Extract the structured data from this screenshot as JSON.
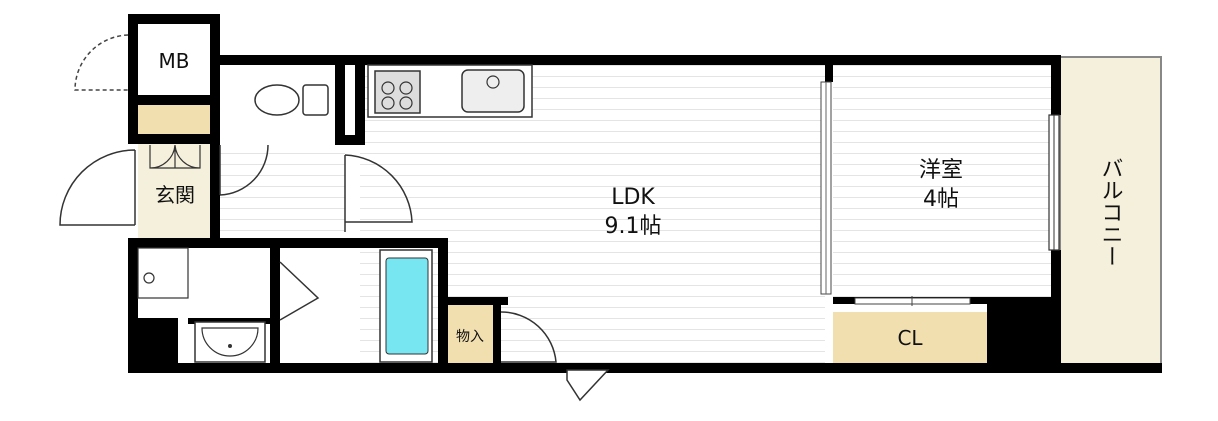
{
  "rooms": {
    "mb": "MB",
    "entrance": "玄関",
    "ldk": {
      "name": "LDK",
      "size": "9.1帖"
    },
    "western_room": {
      "name": "洋室",
      "size": "4帖"
    },
    "storage": "物入",
    "closet": "CL",
    "balcony": "バルコニー"
  },
  "colors": {
    "wall": "#000000",
    "storage_fill": "#f2dfb0",
    "bathtub": "#78e6f0",
    "balcony_fill": "#f5f0dc",
    "floor_lines": "#e6e6e6"
  }
}
